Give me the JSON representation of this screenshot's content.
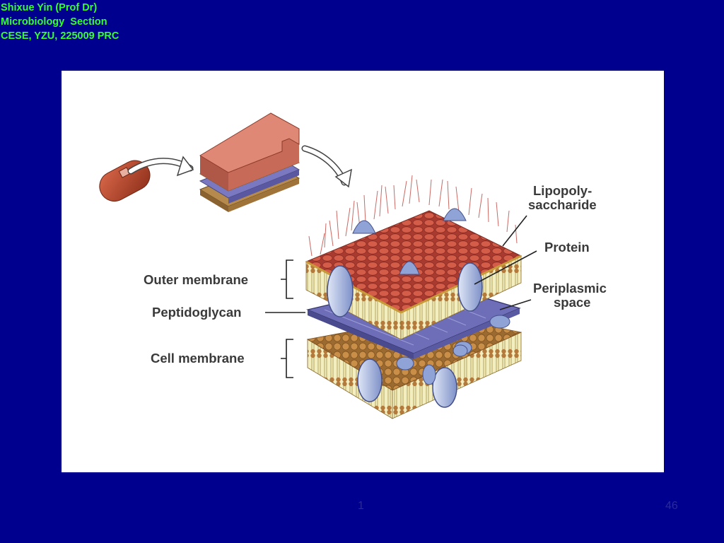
{
  "header": {
    "line1": "Shixue Yin (Prof Dr)",
    "line2": "Microbiology  Section",
    "line3": "CESE, YZU, 225009 PRC"
  },
  "labels": {
    "lps_line1": "Lipopoly-",
    "lps_line2": "saccharide",
    "protein": "Protein",
    "periplasmic_line1": "Periplasmic",
    "periplasmic_line2": "space",
    "outer_membrane": "Outer membrane",
    "peptidoglycan": "Peptidoglycan",
    "cell_membrane": "Cell membrane"
  },
  "footer": {
    "center_number": "1",
    "page_number": "46"
  },
  "colors": {
    "background": "#00008f",
    "header_text": "#33ff33",
    "cell_body": "#b84a2c",
    "lps_head": "#c0504a",
    "protein": "#8fa3d6",
    "peptidoglycan": "#6a6ab0",
    "lipid_head": "#b07a3a"
  }
}
